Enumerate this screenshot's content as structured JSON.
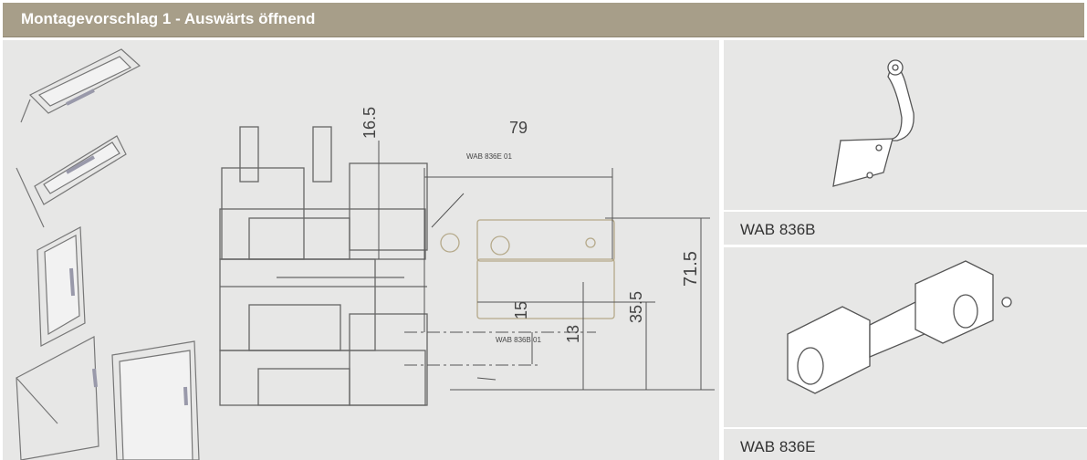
{
  "header": {
    "title": "Montagevorschlag 1 - Auswärts öffnend"
  },
  "drawing": {
    "dimensions": [
      "79",
      "16.5",
      "71.5",
      "35.5",
      "15",
      "13"
    ],
    "callouts": [
      "WAB 836E 01",
      "WAB 836B 01"
    ]
  },
  "products": [
    {
      "label": "WAB 836B"
    },
    {
      "label": "WAB 836E"
    }
  ],
  "colors": {
    "header": "#a79e89",
    "background": "#e7e7e6",
    "hinge_outline": "#b5a98a"
  }
}
